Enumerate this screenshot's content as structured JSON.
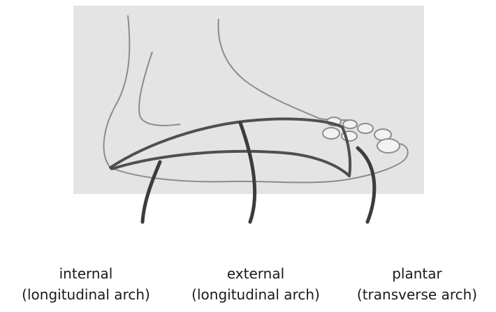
{
  "figure": {
    "background_color": "#e4e4e4",
    "outline_color": "#8c8c8c",
    "arch_color": "#4f4f4f"
  },
  "labels": {
    "internal": {
      "name": "internal",
      "detail": "(longitudinal arch)"
    },
    "external": {
      "name": "external",
      "detail": "(longitudinal arch)"
    },
    "plantar": {
      "name": "plantar",
      "detail": "(transverse arch)"
    }
  }
}
